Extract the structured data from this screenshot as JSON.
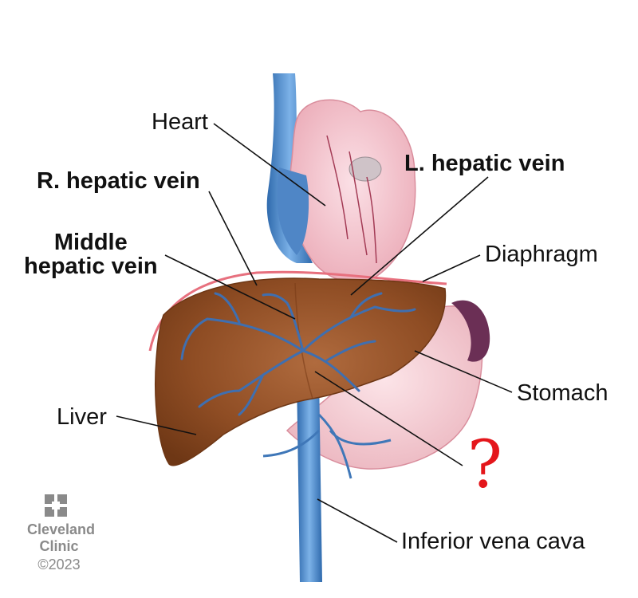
{
  "labels": {
    "heart": "Heart",
    "right_hepatic_vein": "R. hepatic vein",
    "middle_hepatic_vein_line1": "Middle",
    "middle_hepatic_vein_line2": "hepatic vein",
    "left_hepatic_vein": "L. hepatic vein",
    "diaphragm": "Diaphragm",
    "stomach": "Stomach",
    "liver": "Liver",
    "inferior_vena_cava": "Inferior vena cava",
    "unknown_marker": "?"
  },
  "logo": {
    "line1": "Cleveland",
    "line2": "Clinic",
    "copyright": "©2023"
  },
  "colors": {
    "liver": "#8b4a22",
    "vein": "#3f77b8",
    "heart": "#f1b9c3",
    "stomach": "#f3c8cf",
    "spleen": "#6b2f55",
    "diaphragm": "#e7707e",
    "question_mark": "#e4161b",
    "logo_gray": "#8a8a8a"
  },
  "icons": [
    "cleveland-clinic-logo-icon"
  ]
}
